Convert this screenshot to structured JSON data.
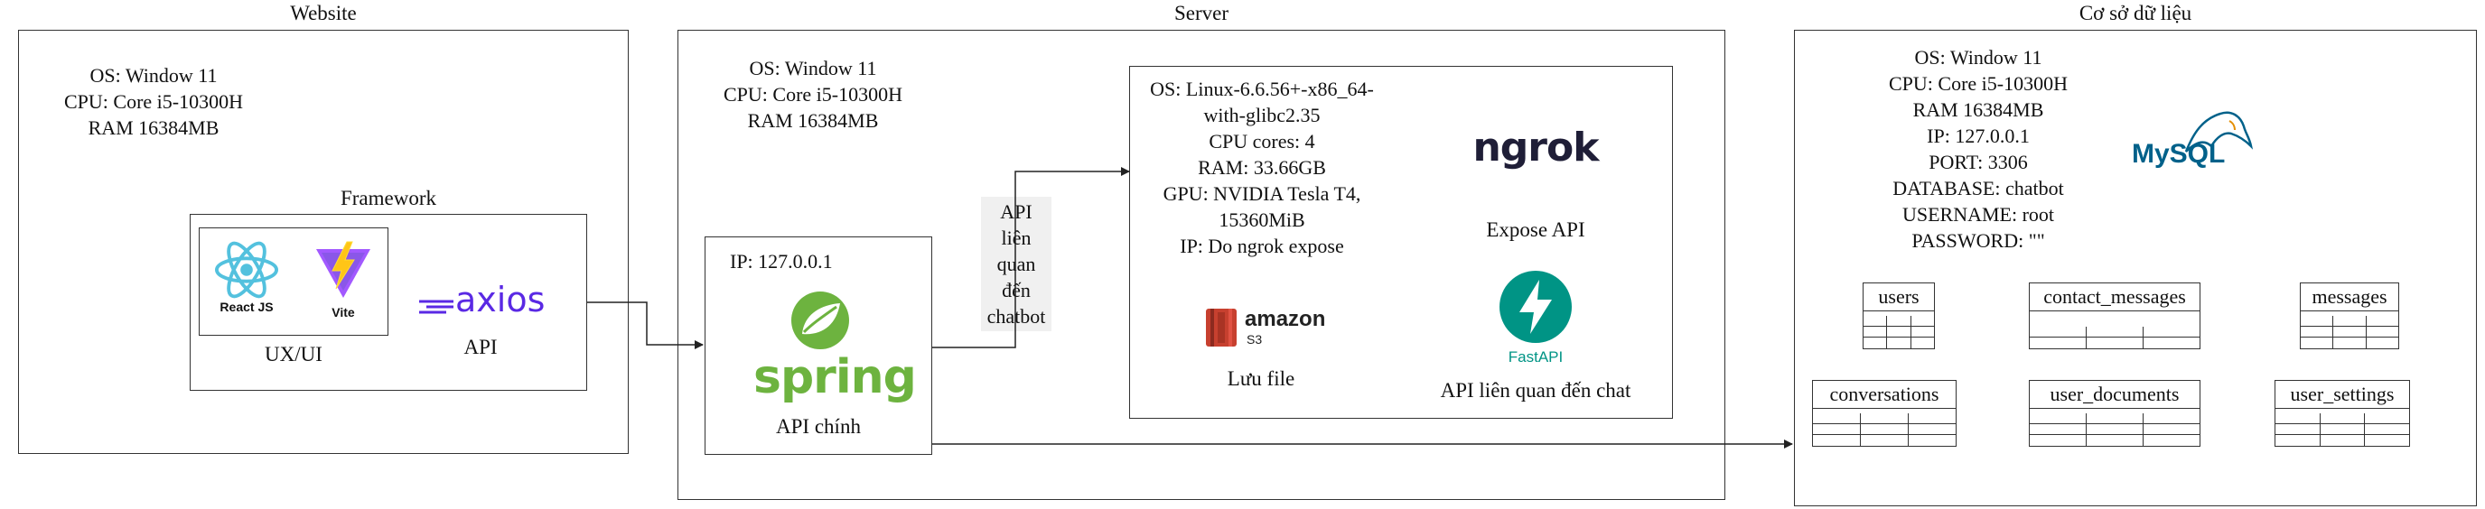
{
  "website": {
    "title": "Website",
    "specs": [
      "OS: Window 11",
      "CPU: Core i5-10300H",
      "RAM 16384MB"
    ],
    "framework_title": "Framework",
    "react_label": "React JS",
    "vite_label": "Vite",
    "uxui_label": "UX/UI",
    "axios_label": "axios",
    "api_label": "API"
  },
  "server": {
    "title": "Server",
    "specs": [
      "OS: Window 11",
      "CPU: Core i5-10300H",
      "RAM 16384MB"
    ],
    "spring_ip": "IP: 127.0.0.1",
    "spring_logo": "spring",
    "spring_label": "API chính",
    "api_chatbot_lines": [
      "API",
      "liên",
      "quan",
      "đến",
      "chatbot"
    ],
    "colab": {
      "specs": [
        "OS: Linux-6.6.56+-x86_64-",
        "with-glibc2.35",
        "CPU cores: 4",
        "RAM: 33.66GB",
        "GPU: NVIDIA Tesla T4,",
        "15360MiB",
        "IP: Do ngrok expose"
      ],
      "ngrok_logo": "ngrok",
      "ngrok_label": "Expose API",
      "s3_logo_top": "amazon",
      "s3_logo_bottom": "S3",
      "s3_label": "Lưu file",
      "fastapi_logo": "FastAPI",
      "fastapi_label": "API liên quan đến chat"
    }
  },
  "database": {
    "title": "Cơ sở dữ liệu",
    "specs": [
      "OS: Window 11",
      "CPU: Core i5-10300H",
      "RAM 16384MB",
      "IP: 127.0.0.1",
      "PORT: 3306",
      "DATABASE: chatbot",
      "USERNAME: root",
      "PASSWORD: \"\""
    ],
    "mysql_logo": "MySQL",
    "tables": [
      "users",
      "contact_messages",
      "messages",
      "conversations",
      "user_documents",
      "user_settings"
    ]
  },
  "colors": {
    "react": "#53c1de",
    "vite_purple": "#a259ff",
    "vite_yellow": "#ffc517",
    "axios": "#5a29e4",
    "spring": "#6db33f",
    "ngrok": "#1f1e37",
    "aws": "#c7402f",
    "fastapi": "#009485",
    "mysql_blue": "#00618a",
    "mysql_orange": "#e48e00"
  }
}
